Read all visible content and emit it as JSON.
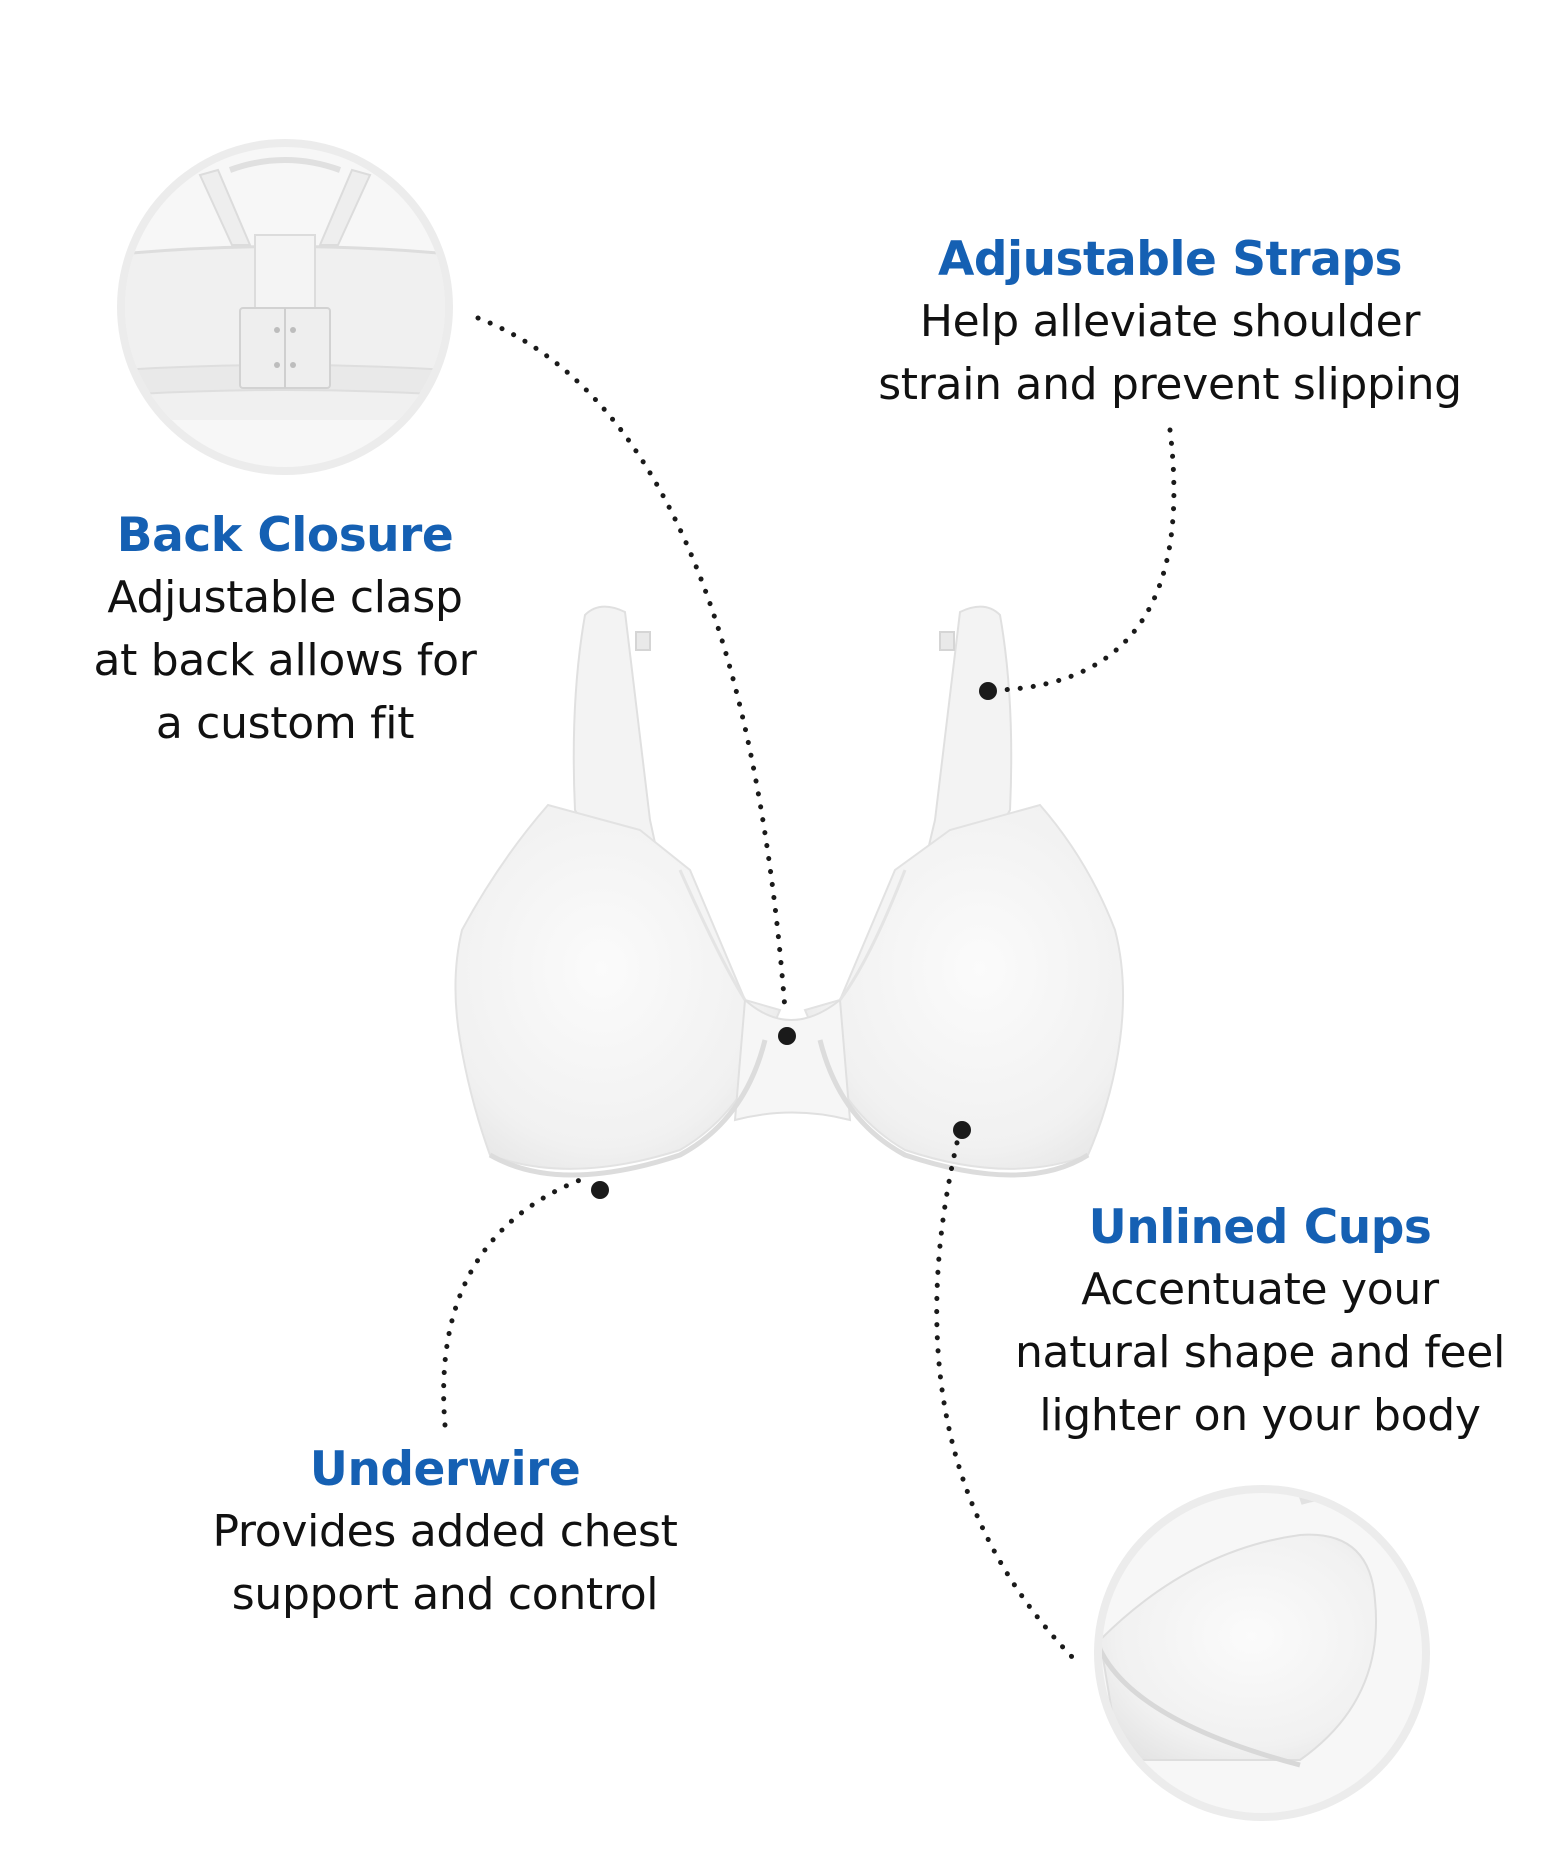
{
  "colors": {
    "accent": "#1560b3",
    "text": "#111111",
    "dots": "#1a1a1a",
    "circle_ring": "#ebebeb",
    "fabric": "#f3f3f3",
    "fabric_shade": "#e4e4e4"
  },
  "features": {
    "back_closure": {
      "title": "Back Closure",
      "lines": [
        "Adjustable clasp",
        "at back allows for",
        "a custom fit"
      ]
    },
    "adjustable_straps": {
      "title": "Adjustable Straps",
      "lines": [
        "Help alleviate shoulder",
        "strain and prevent slipping"
      ]
    },
    "unlined_cups": {
      "title": "Unlined Cups",
      "lines": [
        "Accentuate your",
        "natural shape and feel",
        "lighter on your body"
      ]
    },
    "underwire": {
      "title": "Underwire",
      "lines": [
        "Provides added chest",
        "support and control"
      ]
    }
  }
}
